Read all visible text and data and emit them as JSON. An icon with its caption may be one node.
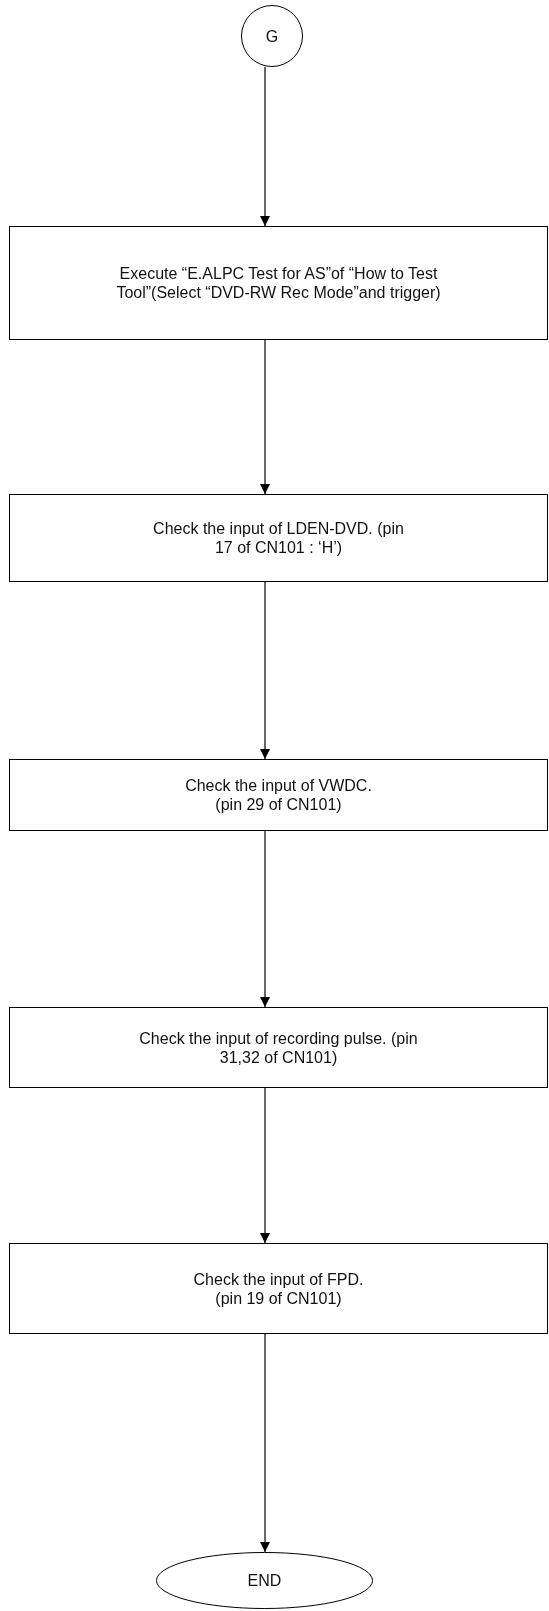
{
  "diagram": {
    "nodes": [
      {
        "text": [
          "G"
        ]
      },
      {
        "text": [
          "Execute “E.ALPC Test for AS”of “How to Test Tool”(Select “DVD-RW Rec Mode”and trigger)"
        ]
      },
      {
        "text": [
          "Check the input of LDEN-DVD. (pin 17 of CN101 : ‘H’)"
        ]
      },
      {
        "text": [
          "Check the input of VWDC. (pin 29 of CN101)"
        ]
      },
      {
        "text": [
          "Check the input of recording pulse. (pin 31,32 of CN101)"
        ]
      },
      {
        "text": [
          "Check the input of FPD. (pin 19 of CN101)"
        ]
      },
      {
        "text": [
          "END"
        ]
      }
    ],
    "edges": [
      {
        "from": 0,
        "to": 1,
        "arrow": "to"
      },
      {
        "from": 1,
        "to": 2,
        "arrow": "to"
      },
      {
        "from": 2,
        "to": 3,
        "arrow": "to"
      },
      {
        "from": 3,
        "to": 4,
        "arrow": "to"
      },
      {
        "from": 4,
        "to": 5,
        "arrow": "to"
      },
      {
        "from": 5,
        "to": 6,
        "arrow": "to"
      }
    ]
  }
}
